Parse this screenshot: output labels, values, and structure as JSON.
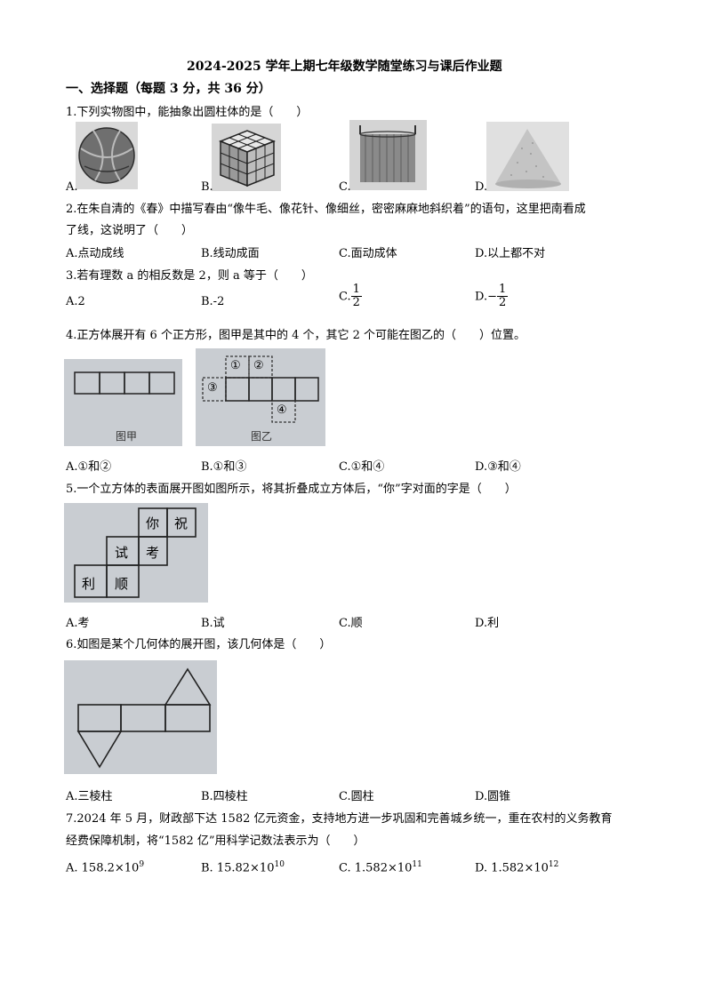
{
  "title": "2024-2025 学年上期七年级数学随堂练习与课后作业题",
  "section": "一、选择题（每题 3 分，共 36 分）",
  "questions": [
    {
      "stem": "1.下列实物图中，能抽象出圆柱体的是（　　）",
      "options": [
        "A.",
        "B.",
        "C.",
        "D."
      ],
      "image_subjects": [
        "basketball-photo",
        "rubiks-cube-photo",
        "cylindrical-container-photo",
        "cone-shaped-object-photo"
      ]
    },
    {
      "stem_line1": "2.在朱自清的《春》中描写春由“像牛毛、像花针、像细丝，密密麻麻地斜织着”的语句，这里把南看成",
      "stem_line2": "了线，这说明了（　　）",
      "options": [
        "A.点动成线",
        "B.线动成面",
        "C.面动成体",
        "D.以上都不对"
      ]
    },
    {
      "stem": "3.若有理数 a 的相反数是 2，则 a 等于（　　）",
      "options": [
        "A.2",
        "B.-2",
        "C.",
        "D.−"
      ],
      "fraction_num": "1",
      "fraction_den": "2"
    },
    {
      "stem": "4.正方体展开有 6 个正方形，图甲是其中的 4 个，其它 2 个可能在图乙的（　　）位置。",
      "figure_left_label": "图甲",
      "figure_right_label": "图乙",
      "positions": [
        "①",
        "②",
        "③",
        "④"
      ],
      "options": [
        "A.①和②",
        "B.①和③",
        "C.①和④",
        "D.③和④"
      ]
    },
    {
      "stem": "5.一个立方体的表面展开图如图所示，将其折叠成立方体后，“你”字对面的字是（　　）",
      "net_chars": [
        "你",
        "祝",
        "试",
        "考",
        "利",
        "顺"
      ],
      "options": [
        "A.考",
        "B.试",
        "C.顺",
        "D.利"
      ]
    },
    {
      "stem": "6.如图是某个几何体的展开图，该几何体是（　　）",
      "options": [
        "A.三棱柱",
        "B.四棱柱",
        "C.圆柱",
        "D.圆锥"
      ]
    },
    {
      "stem_line1": "7.2024 年 5 月，财政部下达 1582 亿元资金，支持地方进一步巩固和完善城乡统一，重在农村的义务教育",
      "stem_line2": "经费保障机制，将“1582 亿”用科学记数法表示为（　　）",
      "options": [
        {
          "base": "A. 158.2×10",
          "exp": "9"
        },
        {
          "base": "B. 15.82×10",
          "exp": "10"
        },
        {
          "base": "C. 1.582×10",
          "exp": "11"
        },
        {
          "base": "D. 1.582×10",
          "exp": "12"
        }
      ]
    }
  ]
}
